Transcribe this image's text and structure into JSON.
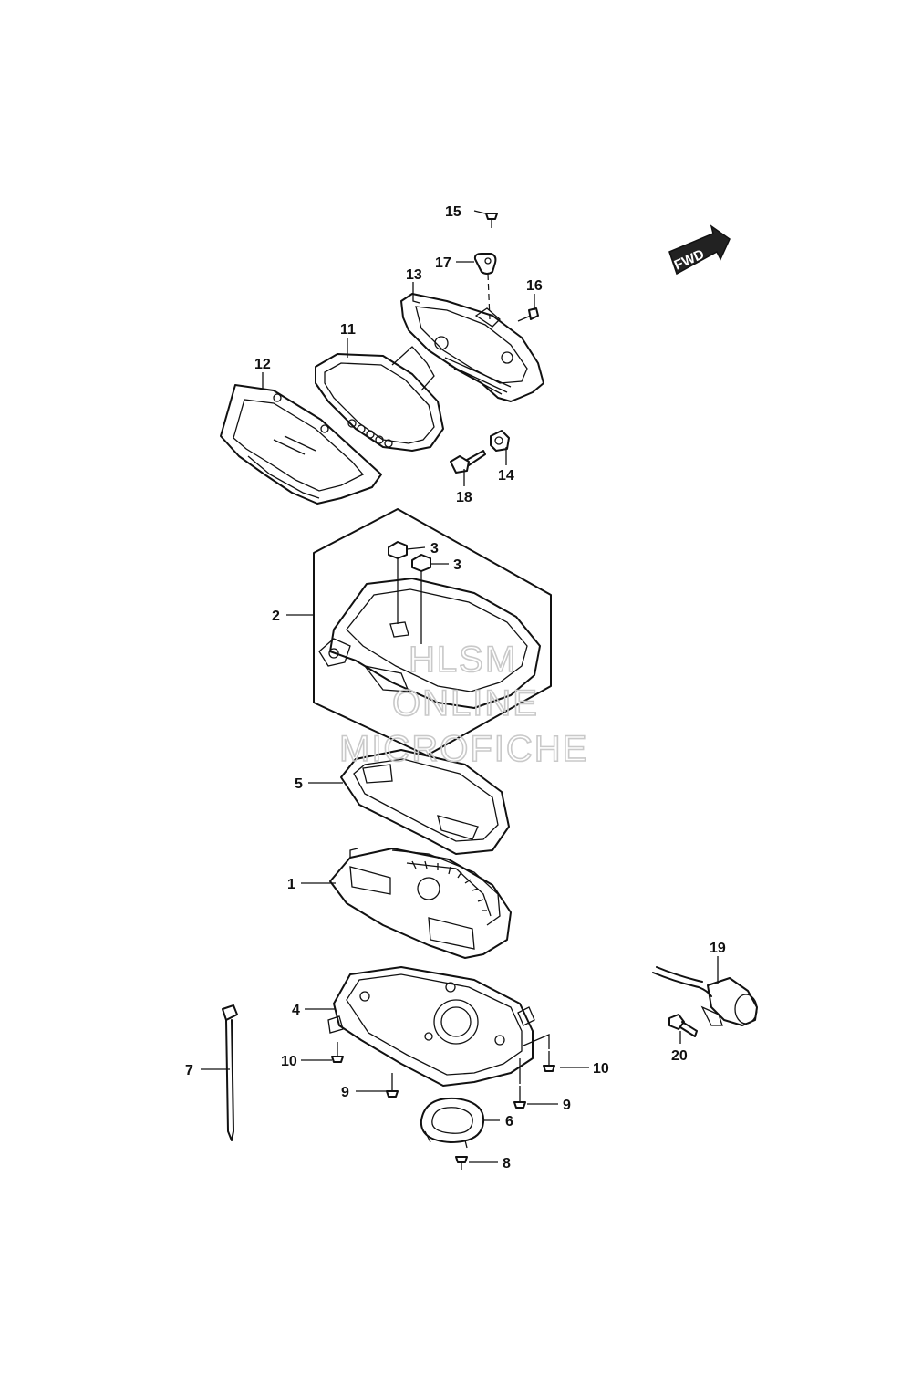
{
  "direction_arrow": {
    "label": "FWD"
  },
  "watermark": {
    "line1": "HLSM",
    "line2": "ONLINE",
    "line3": "MICROFICHE"
  },
  "callouts": {
    "p1": "1",
    "p2": "2",
    "p3a": "3",
    "p3b": "3",
    "p4": "4",
    "p5": "5",
    "p6": "6",
    "p7": "7",
    "p8": "8",
    "p9a": "9",
    "p9b": "9",
    "p10a": "10",
    "p10b": "10",
    "p11": "11",
    "p12": "12",
    "p13": "13",
    "p14": "14",
    "p15": "15",
    "p16": "16",
    "p17": "17",
    "p18": "18",
    "p19": "19",
    "p20": "20"
  }
}
